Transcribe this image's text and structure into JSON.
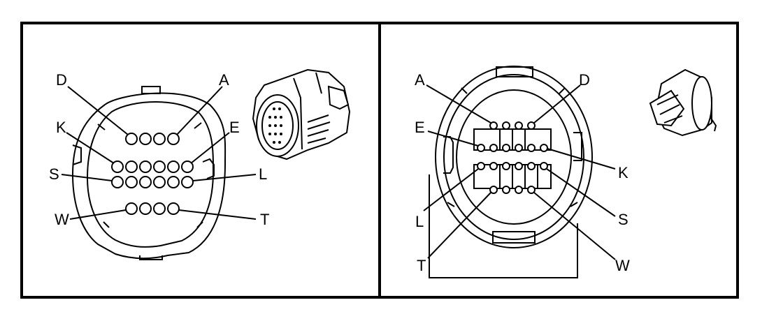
{
  "diagram": {
    "left_panel": {
      "labels": {
        "D": "D",
        "A": "A",
        "K": "K",
        "E": "E",
        "S": "S",
        "L": "L",
        "W": "W",
        "T": "T"
      }
    },
    "right_panel": {
      "labels": {
        "A": "A",
        "D": "D",
        "E": "E",
        "K": "K",
        "L": "L",
        "S": "S",
        "T": "T",
        "W": "W"
      }
    }
  }
}
